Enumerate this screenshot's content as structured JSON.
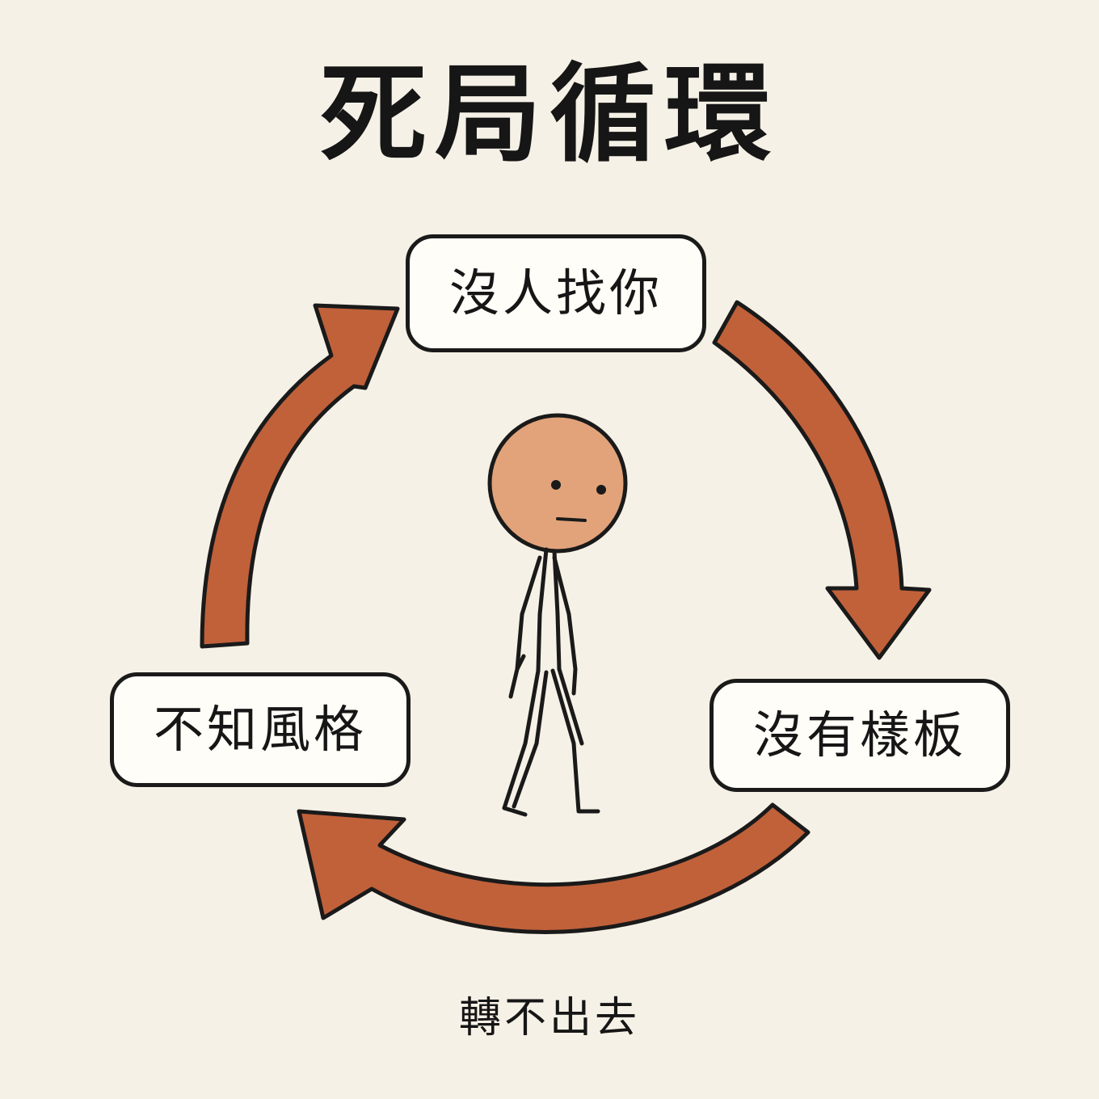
{
  "title": "死局循環",
  "nodes": {
    "top": "沒人找你",
    "right": "沒有樣板",
    "left": "不知風格"
  },
  "caption": "轉不出去",
  "colors": {
    "background": "#f6f1e6",
    "arrow_fill": "#c0613a",
    "stroke": "#1a1a1a",
    "node_fill": "#fffdf7",
    "head_fill": "#e2a37a"
  },
  "icons": {
    "cycle_arrows": "curved-arrow-icon",
    "figure": "stick-figure-icon"
  }
}
